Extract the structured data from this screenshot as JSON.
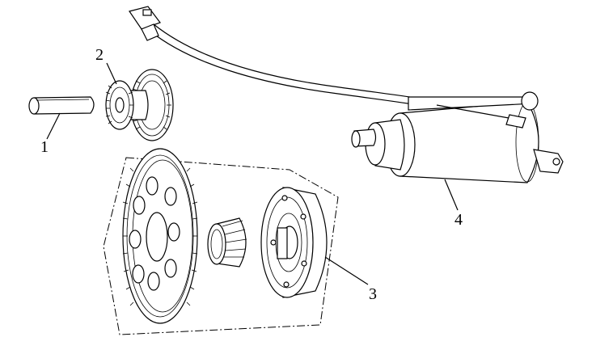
{
  "diagram": {
    "type": "exploded-parts-view",
    "callouts": [
      {
        "id": "1",
        "text": "1",
        "part": "pin"
      },
      {
        "id": "2",
        "text": "2",
        "part": "idler-gear-pair"
      },
      {
        "id": "3",
        "text": "3",
        "part": "starter-clutch-assembly"
      },
      {
        "id": "4",
        "text": "4",
        "part": "starter-motor"
      }
    ]
  }
}
